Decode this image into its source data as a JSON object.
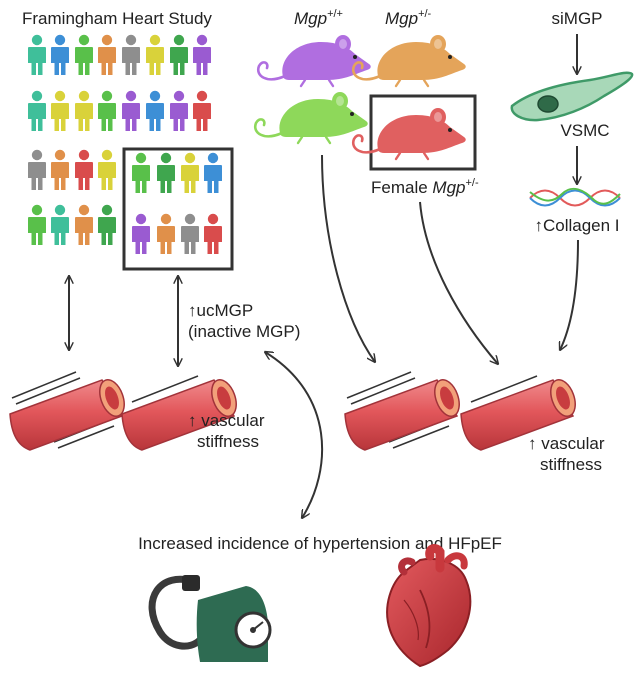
{
  "title": "Framingham Heart Study",
  "mouse_labels": {
    "wt_gene": "Mgp",
    "wt_sup": "+/+",
    "het_gene": "Mgp",
    "het_sup": "+/-",
    "female_prefix": "Female ",
    "female_gene": "Mgp",
    "female_sup": "+/-"
  },
  "pathway": {
    "simgp": "siMGP",
    "vsmc": "VSMC",
    "collagen": "↑Collagen I"
  },
  "ucmgp": {
    "line1": "↑ucMGP",
    "line2": "(inactive MGP)"
  },
  "stiffness_left": {
    "line1": "↑ vascular",
    "line2": "stiffness"
  },
  "stiffness_right": {
    "line1": "↑ vascular",
    "line2": "stiffness"
  },
  "outcome": "Increased incidence of hypertension and HFpEF",
  "colors": {
    "people": [
      "#3fbf9a",
      "#3d8fd6",
      "#59c04a",
      "#e0904a",
      "#8e8e8e",
      "#d9d23a",
      "#3fa64e",
      "#9a5bd1",
      "#d94c4c"
    ],
    "artery": "#e0585c",
    "mouse_wt_purple": "#b06ee0",
    "mouse_het": "#e4a45a",
    "mouse_wt_green": "#8ed85a",
    "mouse_female": "#e06060",
    "vsmc": "#3f9a68"
  },
  "icons": [
    "person-icon",
    "mouse-icon",
    "vsmc-cell-icon",
    "collagen-helix-icon",
    "artery-icon",
    "blood-pressure-cuff-icon",
    "heart-icon"
  ]
}
